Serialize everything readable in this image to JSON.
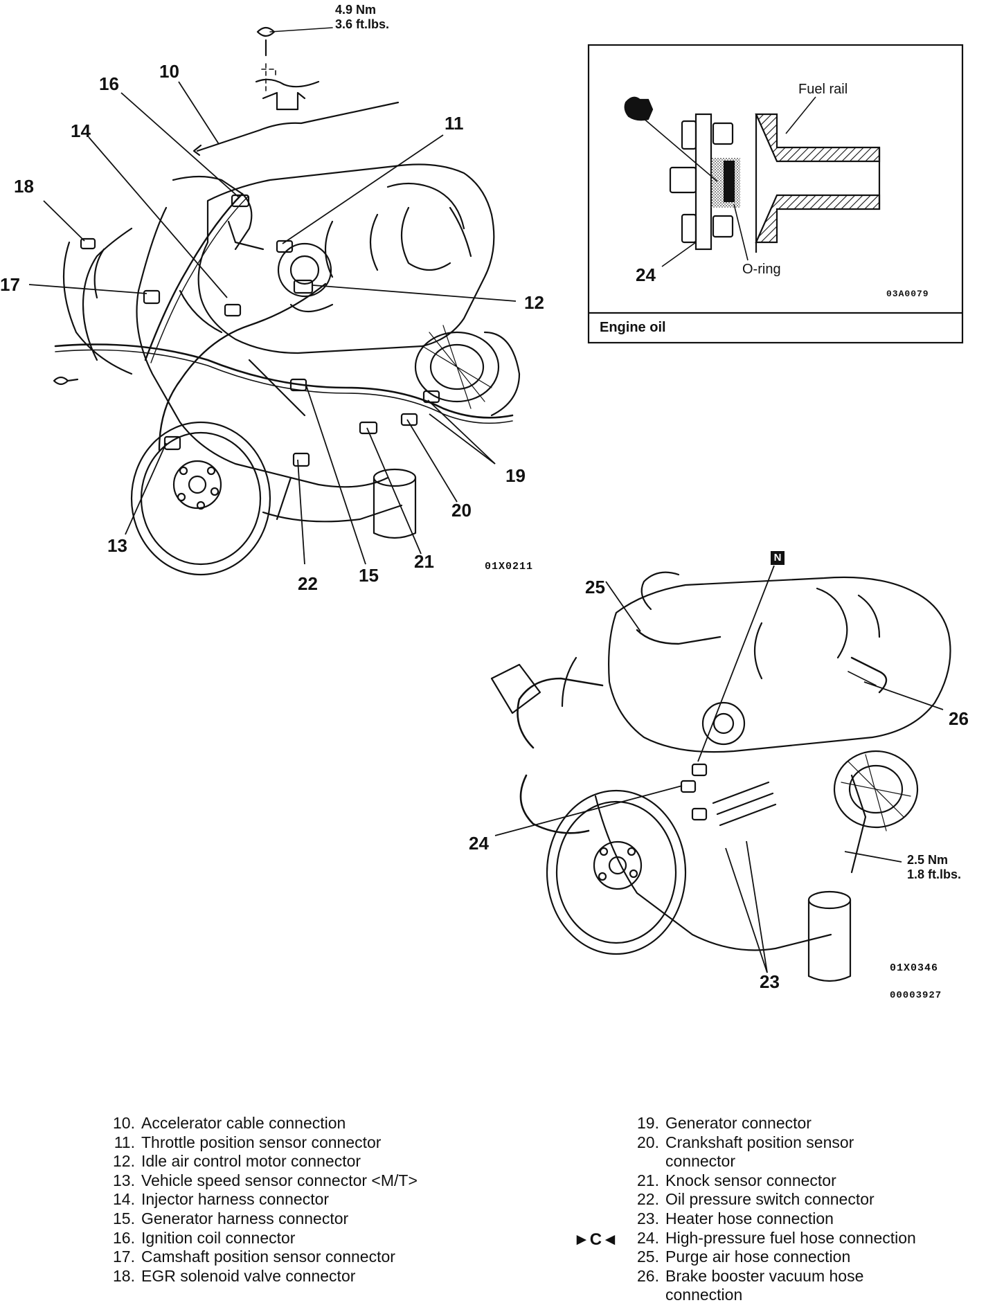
{
  "torque_top": {
    "nm": "4.9 Nm",
    "ftlbs": "3.6 ft.lbs."
  },
  "torque_bottom": {
    "nm": "2.5 Nm",
    "ftlbs": "1.8 ft.lbs."
  },
  "inset": {
    "fuel_rail": "Fuel rail",
    "o_ring": "O-ring",
    "label_24": "24",
    "code": "03A0079",
    "caption": "Engine oil"
  },
  "figure_codes": {
    "upper": "01X0211",
    "lower": "01X0346",
    "doc": "00003927"
  },
  "upper_labels": {
    "l10": "10",
    "l11": "11",
    "l12": "12",
    "l13": "13",
    "l14": "14",
    "l15": "15",
    "l16": "16",
    "l17": "17",
    "l18": "18",
    "l19": "19",
    "l20": "20",
    "l21": "21",
    "l22": "22"
  },
  "lower_labels": {
    "l23": "23",
    "l24": "24",
    "l25": "25",
    "l26": "26",
    "n_mark": "N"
  },
  "note_mark": "►C◄",
  "legend_left": [
    {
      "num": "10.",
      "text": "Accelerator cable connection"
    },
    {
      "num": "11.",
      "text": "Throttle position sensor connector"
    },
    {
      "num": "12.",
      "text": "Idle air control motor connector"
    },
    {
      "num": "13.",
      "text": "Vehicle speed sensor connector <M/T>"
    },
    {
      "num": "14.",
      "text": "Injector harness connector"
    },
    {
      "num": "15.",
      "text": "Generator harness connector"
    },
    {
      "num": "16.",
      "text": "Ignition coil connector"
    },
    {
      "num": "17.",
      "text": "Camshaft position sensor connector"
    },
    {
      "num": "18.",
      "text": "EGR solenoid valve connector"
    }
  ],
  "legend_right": [
    {
      "num": "19.",
      "text": "Generator connector"
    },
    {
      "num": "20.",
      "text": "Crankshaft position sensor connector"
    },
    {
      "num": "21.",
      "text": "Knock sensor connector"
    },
    {
      "num": "22.",
      "text": "Oil pressure switch connector"
    },
    {
      "num": "23.",
      "text": "Heater hose connection"
    },
    {
      "num": "24.",
      "text": "High-pressure fuel hose connection"
    },
    {
      "num": "25.",
      "text": "Purge air hose connection"
    },
    {
      "num": "26.",
      "text": "Brake booster vacuum hose connection"
    }
  ]
}
